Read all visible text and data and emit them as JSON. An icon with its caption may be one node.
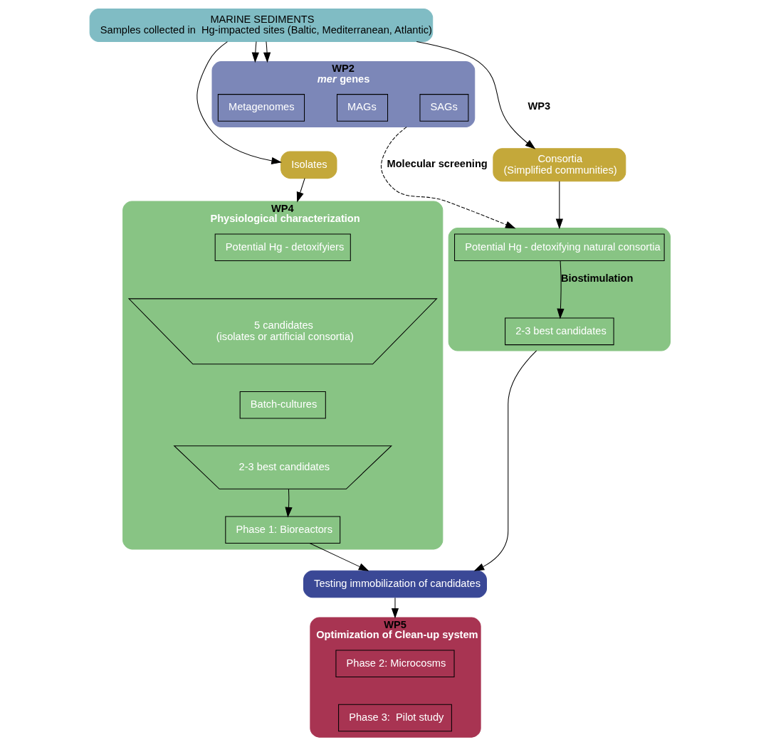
{
  "diagram": {
    "nodes": [
      {
        "text": [
          "MARINE SEDIMENTS",
          "Samples collected in  Hg-impacted sites (Baltic, Mediterranean, Atlantic)"
        ]
      },
      {
        "text": [
          "WP2",
          "*mer* genes"
        ]
      },
      {
        "text": [
          "Metagenomes"
        ],
        "in": 1
      },
      {
        "text": [
          "MAGs"
        ],
        "in": 1
      },
      {
        "text": [
          "SAGs"
        ],
        "in": 1
      },
      {
        "text": [
          "Isolates"
        ]
      },
      {
        "text": [
          "Consortia",
          "(Simplified communities)"
        ]
      },
      {
        "text": [
          "WP4",
          "Physiological characterization"
        ]
      },
      {
        "text": [
          "Potential Hg - detoxifyiers"
        ],
        "in": 7
      },
      {
        "text": [
          "5 candidates",
          "(isolates or artificial consortia)"
        ],
        "in": 7
      },
      {
        "text": [
          "Batch-cultures"
        ],
        "in": 7
      },
      {
        "text": [
          "2-3 best candidates"
        ],
        "in": 7
      },
      {
        "text": [
          "Phase 1: Bioreactors"
        ],
        "in": 7
      },
      {
        "text": [],
        "shape": "box"
      },
      {
        "text": [
          "Potential Hg - detoxifying natural consortia"
        ],
        "in": 13
      },
      {
        "text": [
          "2-3 best candidates"
        ],
        "in": 13
      },
      {
        "text": [
          "Testing immobilization of candidates"
        ]
      },
      {
        "text": [
          "WP5",
          "Optimization of Clean-up system"
        ]
      },
      {
        "text": [
          "Phase 2: Microcosms"
        ],
        "in": 17
      },
      {
        "text": [
          "Phase 3:  Pilot study"
        ],
        "in": 17
      }
    ],
    "edges": [
      {
        "from": 0,
        "to": 1,
        "arrow": "to"
      },
      {
        "from": 0,
        "to": 1,
        "arrow": "to"
      },
      {
        "from": 0,
        "to": 5,
        "arrow": "to"
      },
      {
        "from": 0,
        "to": 6,
        "arrow": "to"
      },
      {
        "from": 5,
        "to": 7,
        "arrow": "to"
      },
      {
        "from": 6,
        "to": 13,
        "arrow": "to"
      },
      {
        "from": 1,
        "to": 13,
        "arrow": "to",
        "style": "dashed",
        "label": "Molecular screening"
      },
      {
        "from": 11,
        "to": 12,
        "arrow": "to"
      },
      {
        "from": 14,
        "to": 15,
        "arrow": "to",
        "label": "Biostimulation"
      },
      {
        "from": 12,
        "to": 16,
        "arrow": "to"
      },
      {
        "from": 13,
        "to": 16,
        "arrow": "to"
      },
      {
        "from": 16,
        "to": 17,
        "arrow": "to"
      }
    ],
    "labels": [
      "WP3"
    ]
  }
}
